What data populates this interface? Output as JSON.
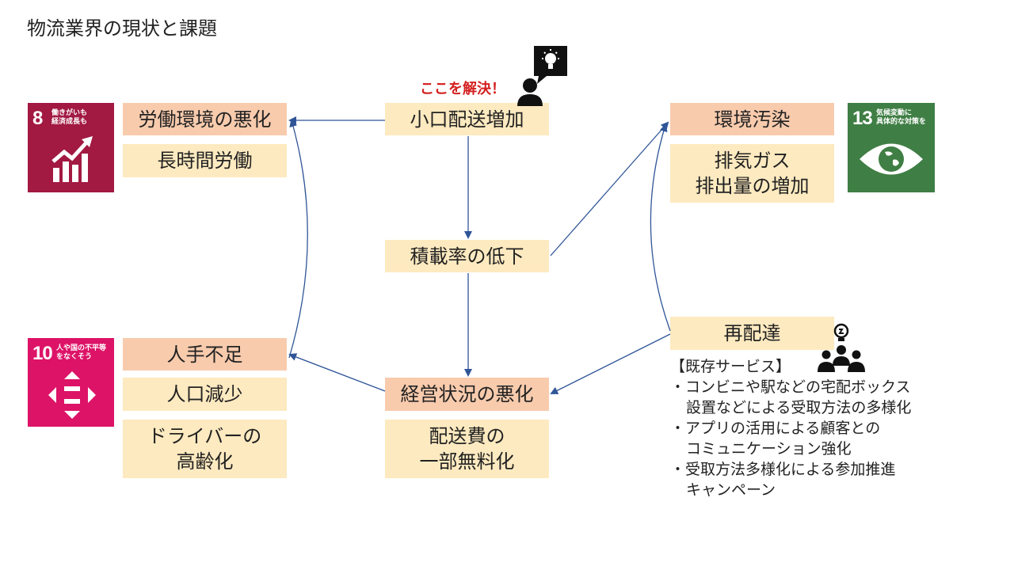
{
  "title": "物流業界の現状と課題",
  "callout": "ここを解決！",
  "center": {
    "top": "小口配送増加",
    "mid": "積載率の低下",
    "bottom": "経営状況の悪化",
    "bottom_note": "配送費の\n一部無料化"
  },
  "left": {
    "top": "労働環境の悪化",
    "top_sub": "長時間労働",
    "bottom": "人手不足",
    "bottom_sub1": "人口減少",
    "bottom_sub2": "ドライバーの\n高齢化"
  },
  "right": {
    "top": "環境汚染",
    "top_sub": "排気ガス\n排出量の増加",
    "bottom": "再配達"
  },
  "services": {
    "heading": "【既存サービス】",
    "items": [
      "・コンビニや駅などの宅配ボックス",
      "設置などによる受取方法の多様化",
      "・アプリの活用による顧客との",
      "コミュニケーション強化",
      "・受取方法多様化による参加推進",
      "キャンペーン"
    ]
  },
  "sdgs": [
    {
      "number": "8",
      "caption": "働きがいも\n経済成長も",
      "color": "#a21942",
      "icon": "growth-chart-icon"
    },
    {
      "number": "10",
      "caption": "人や国の不平等\nをなくそう",
      "color": "#dd1367",
      "icon": "equality-icon"
    },
    {
      "number": "13",
      "caption": "気候変動に\n具体的な対策を",
      "color": "#3f7e44",
      "icon": "eye-globe-icon"
    }
  ],
  "colors": {
    "pink": "#f8cbad",
    "cream": "#fdeac0",
    "arrow": "#2f5597",
    "callout": "#d41f1f"
  }
}
